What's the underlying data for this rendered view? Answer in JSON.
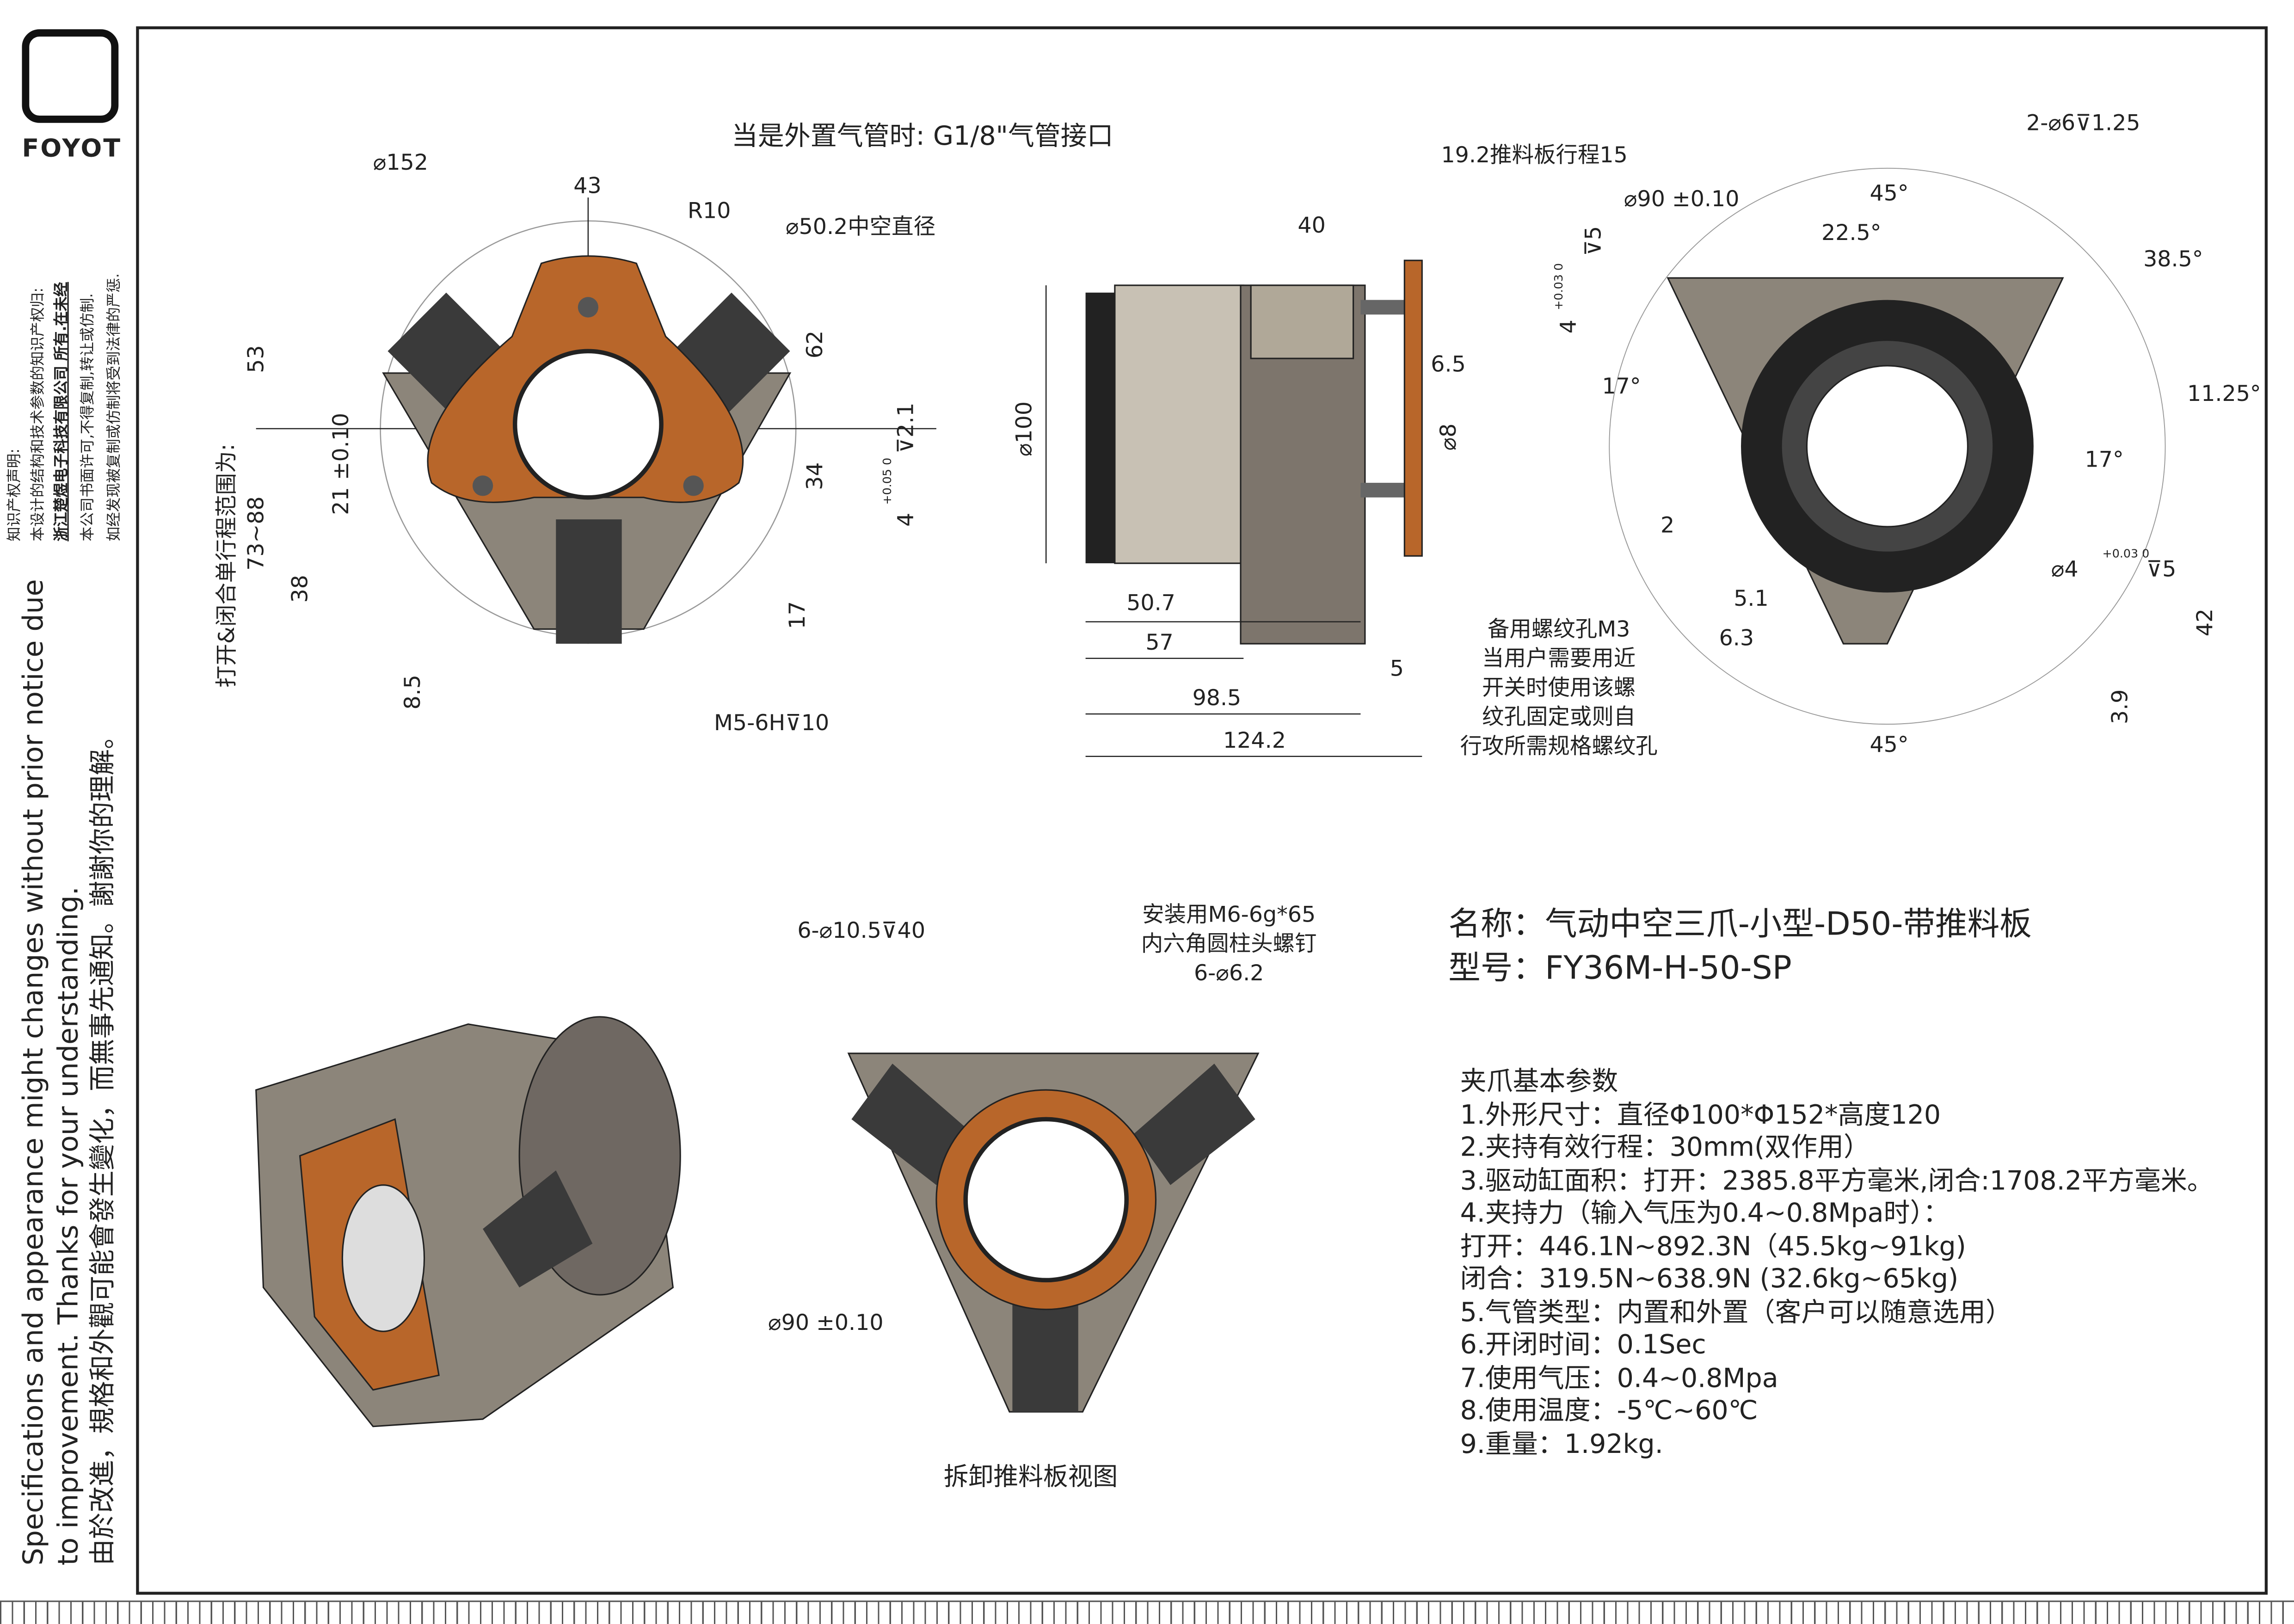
{
  "brand": {
    "logo_text": "FOYOT"
  },
  "sidebar": {
    "ip_notice": [
      "知识产权声明:",
      "本设计的结构和技术参数的知识产权归:",
      "浙江楚煜电子科技有限公司 所有.在未经",
      "本公司书面许可,不得复制,转让或仿制.",
      "如经发现被复制或仿制将受到法律的严惩."
    ],
    "disclaimer": [
      "Specifications and appearance might changes without prior notice due",
      "to improvement. Thanks for your understanding.",
      "由於改進，規格和外觀可能會發生變化，而無事先通知。謝謝你的理解。"
    ],
    "stroke_note": [
      "打开&闭合单行程范围为:",
      "73~88"
    ]
  },
  "dims": {
    "air_pipe": "当是外置气管时: G1/8\"气管接口",
    "d152": "⌀152",
    "d43": "43",
    "r10": "R10",
    "hollow": "⌀50.2中空直径",
    "d53": "53",
    "d62": "62",
    "d21": "21 ±0.10",
    "d34": "34",
    "d38": "38",
    "d17": "17",
    "d85": "8.5",
    "m5": "M5-6H⊽10",
    "pin4": "4",
    "pin_tol": "+0.05 0",
    "pin_depth": "⊽2.1",
    "plate_stroke": "19.2推料板行程15",
    "d40": "40",
    "d100": "⌀100",
    "d65": "6.5",
    "d8": "⌀8",
    "d507": "50.7",
    "d57": "57",
    "d985": "98.5",
    "d1242": "124.2",
    "d5": "5",
    "m3_note": [
      "备用螺纹孔M3",
      "当用户需要用近",
      "开关时使用该螺",
      "纹孔固定或则自",
      "行攻所需规格螺纹孔"
    ],
    "holes2": "2-⌀6⊽1.25",
    "d90": "⌀90  ±0.10",
    "a45": "45°",
    "a225": "22.5°",
    "a385": "38.5°",
    "pin4b": "4",
    "pin4b_tol": "+0.03 0",
    "pin4b_depth": "⊽5",
    "a17": "17°",
    "a1125": "11.25°",
    "a17b": "17°",
    "d2": "2",
    "d4": "⌀4",
    "d4_tol": "+0.03 0",
    "d4_depth": "⊽5",
    "d51": "5.1",
    "d63": "6.3",
    "d42": "42",
    "d39": "3.9",
    "a45b": "45°",
    "holes6": "6-⌀10.5⊽40",
    "screw_note": [
      "安装用M6-6g*65",
      "内六角圆柱头螺钉",
      "6-⌀6.2"
    ],
    "d90b": "⌀90  ±0.10",
    "view_caption": "拆卸推料板视图"
  },
  "title_block": {
    "name": "名称：气动中空三爪-小型-D50-带推料板",
    "model": "型号：FY36M-H-50-SP"
  },
  "params": {
    "heading": "夹爪基本参数",
    "lines": [
      "1.外形尺寸：直径Φ100*Φ152*高度120",
      "2.夹持有效行程：30mm(双作用）",
      "3.驱动缸面积：打开：2385.8平方毫米,闭合:1708.2平方毫米。",
      "4.夹持力（输入气压为0.4~0.8Mpa时）：",
      "打开：446.1N~892.3N（45.5kg~91kg)",
      "闭合：319.5N~638.9N (32.6kg~65kg)",
      "5.气管类型：内置和外置（客户可以随意选用）",
      "6.开闭时间：0.1Sec",
      "7.使用气压：0.4~0.8Mpa",
      "8.使用温度：-5℃~60℃",
      "9.重量：1.92kg."
    ]
  },
  "colors": {
    "bronze": "#b8662a",
    "body_gray": "#8c857a",
    "jaw_dark": "#3a3a3a",
    "line": "#222222"
  }
}
